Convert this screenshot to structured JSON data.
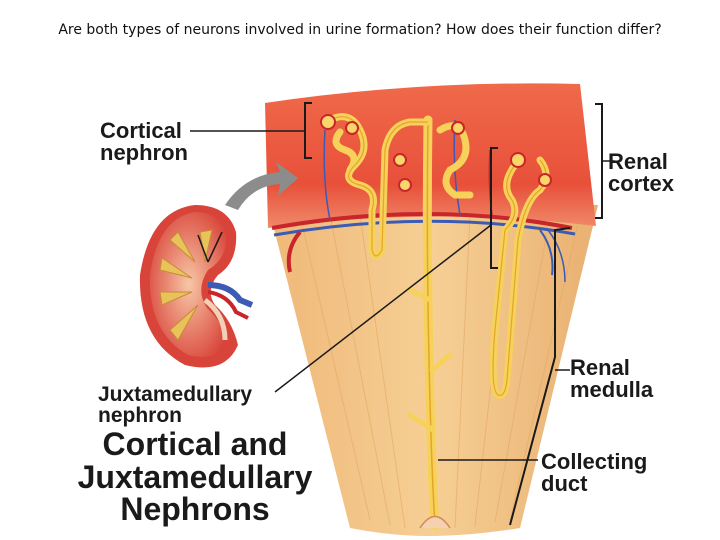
{
  "question": "Are both types of neurons involved in urine formation? How does their function differ?",
  "labels": {
    "cortical_nephron": [
      "Cortical",
      "nephron"
    ],
    "renal_cortex": [
      "Renal",
      "cortex"
    ],
    "juxtamedullary_nephron": [
      "Juxtamedullary",
      "nephron"
    ],
    "renal_medulla": [
      "Renal",
      "medulla"
    ],
    "collecting_duct": [
      "Collecting",
      "duct"
    ]
  },
  "title": [
    "Cortical and",
    "Juxtamedullary",
    "Nephrons"
  ],
  "colors": {
    "cortex": "#e8553a",
    "medulla": "#f2c48a",
    "tubule": "#f7d25a",
    "artery": "#c8262a",
    "vein": "#3b5bb5"
  }
}
